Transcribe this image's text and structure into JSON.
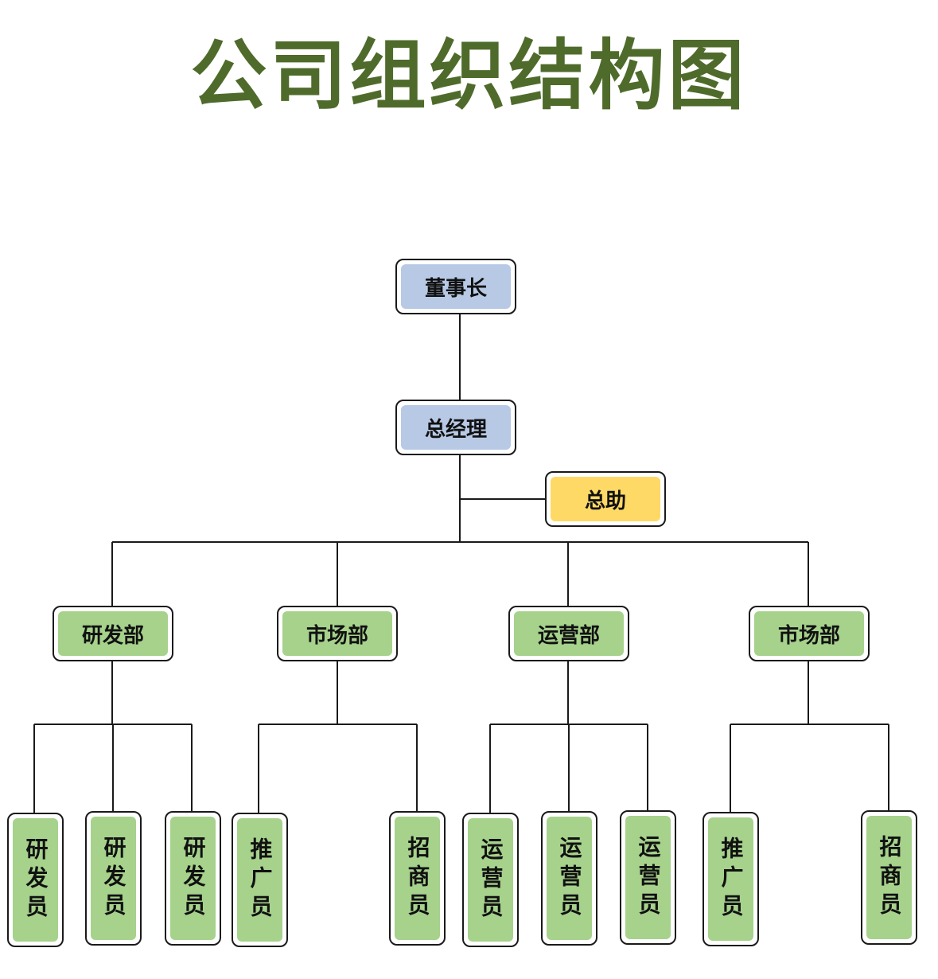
{
  "title": "公司组织结构图",
  "colors": {
    "title": "#4f6b2b",
    "executive": "#b8c9e6",
    "assistant": "#ffd966",
    "department": "#a6d28c",
    "staff": "#a6d28c",
    "line": "#1a1a1a"
  },
  "chairman": {
    "label": "董事长"
  },
  "general_manager": {
    "label": "总经理"
  },
  "assistant": {
    "label": "总助"
  },
  "departments": [
    {
      "label": "研发部",
      "staff": [
        "研发员",
        "研发员",
        "研发员"
      ]
    },
    {
      "label": "市场部",
      "staff": [
        "推广员",
        "招商员"
      ]
    },
    {
      "label": "运营部",
      "staff": [
        "运营员",
        "运营员",
        "运营员"
      ]
    },
    {
      "label": "市场部",
      "staff": [
        "推广员",
        "招商员"
      ]
    }
  ]
}
